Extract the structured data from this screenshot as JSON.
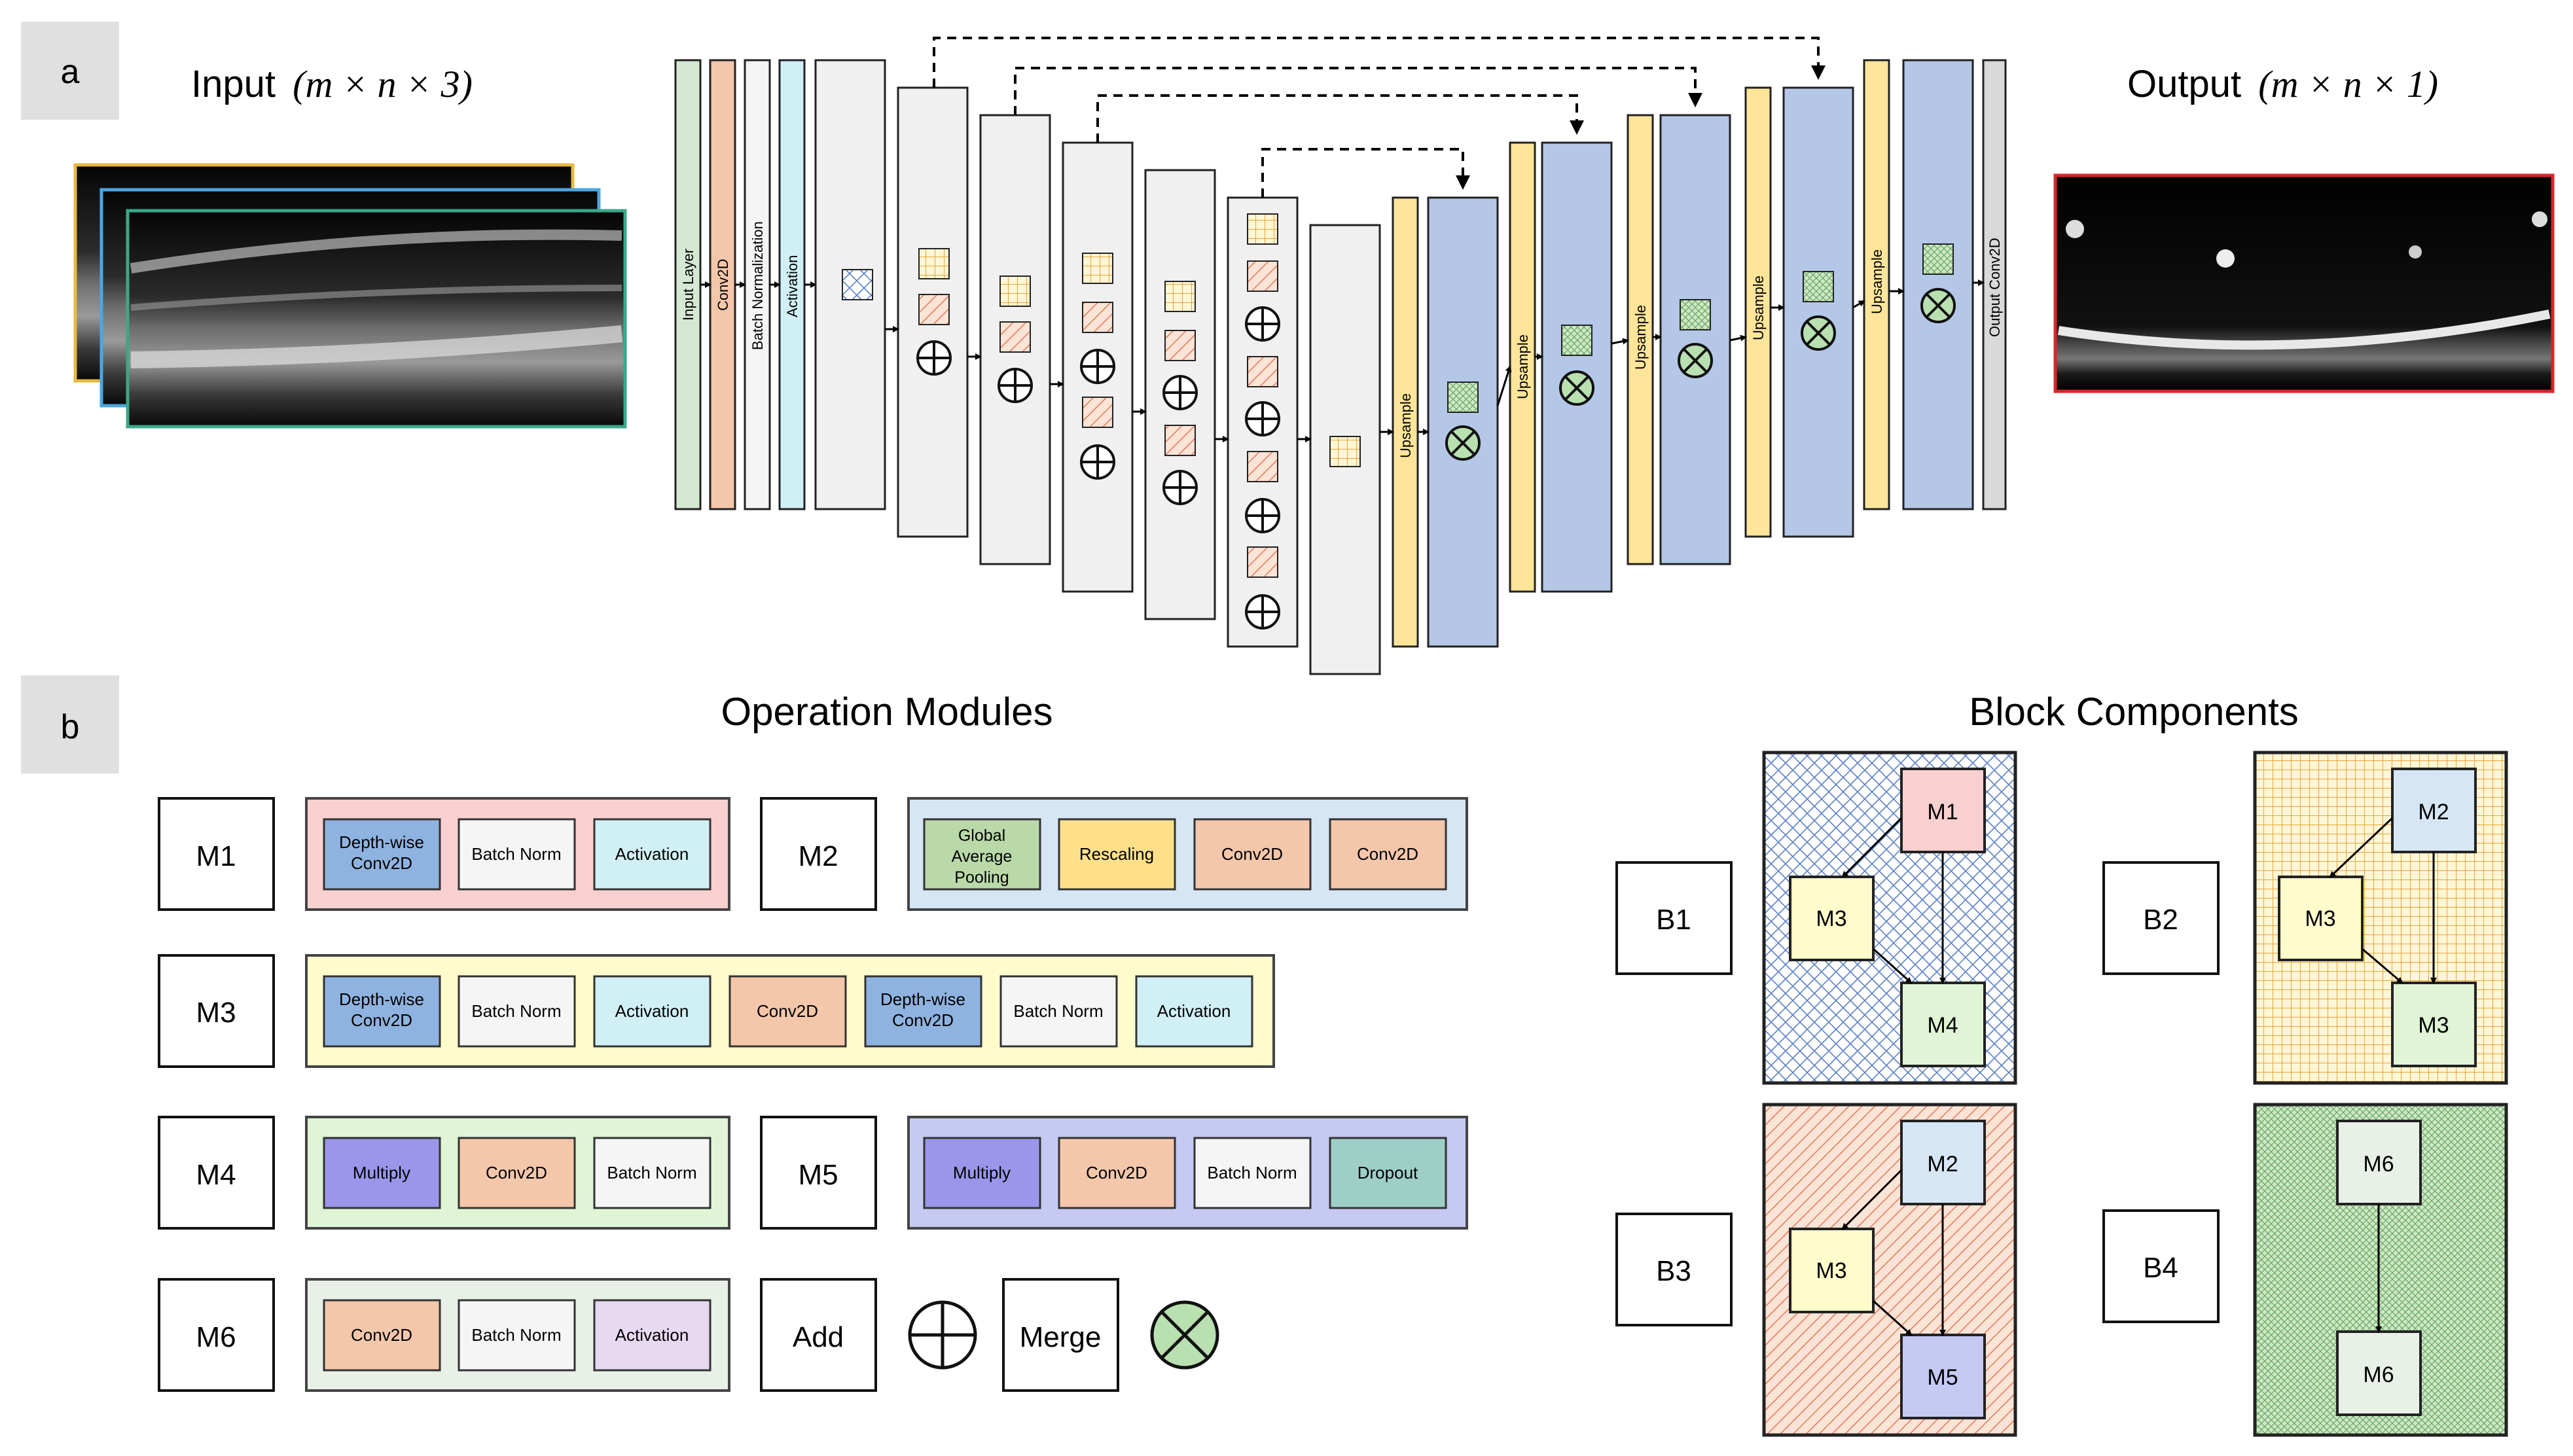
{
  "panel_a": {
    "tag": "a",
    "input_label": "Input",
    "input_math": "(m × n × 3)",
    "output_label": "Output",
    "output_math": "(m × n × 1)",
    "layers": {
      "input_layer": "Input Layer",
      "conv2d": "Conv2D",
      "batch_norm": "Batch Normalization",
      "activation": "Activation",
      "upsample": "Upsample",
      "output_conv2d": "Output Conv2D"
    }
  },
  "panel_b": {
    "tag": "b",
    "modules_title": "Operation Modules",
    "blocks_title": "Block Components",
    "modules": [
      {
        "name": "M1",
        "ops": [
          "Depth-wise Conv2D",
          "Batch Norm",
          "Activation"
        ]
      },
      {
        "name": "M2",
        "ops": [
          "Global Average Pooling",
          "Rescaling",
          "Conv2D",
          "Conv2D"
        ]
      },
      {
        "name": "M3",
        "ops": [
          "Depth-wise Conv2D",
          "Batch Norm",
          "Activation",
          "Conv2D",
          "Depth-wise Conv2D",
          "Batch Norm",
          "Activation"
        ]
      },
      {
        "name": "M4",
        "ops": [
          "Multiply",
          "Conv2D",
          "Batch Norm"
        ]
      },
      {
        "name": "M5",
        "ops": [
          "Multiply",
          "Conv2D",
          "Batch Norm",
          "Dropout"
        ]
      },
      {
        "name": "M6",
        "ops": [
          "Conv2D",
          "Batch Norm",
          "Activation"
        ]
      }
    ],
    "add_label": "Add",
    "merge_label": "Merge",
    "blocks": [
      {
        "name": "B1",
        "nodes": [
          "M1",
          "M3",
          "M4"
        ]
      },
      {
        "name": "B2",
        "nodes": [
          "M2",
          "M3",
          "M3"
        ]
      },
      {
        "name": "B3",
        "nodes": [
          "M2",
          "M3",
          "M5"
        ]
      },
      {
        "name": "B4",
        "nodes": [
          "M6",
          "M6"
        ]
      }
    ]
  },
  "colors": {
    "input_layer": "#d5e8d4",
    "conv2d": "#f4c7ab",
    "batch_norm": "#f5f5f5",
    "activation": "#d0f0f5",
    "encoder": "#f0f0f0",
    "decoder": "#b4c7e7",
    "upsample": "#ffe599",
    "output": "#d9d9d9",
    "m1_bg": "#f9d0d0",
    "m2_bg": "#d6e6f5",
    "m3_bg": "#fffccc",
    "m4_bg": "#dff5d5",
    "m5_bg": "#c6c9f2",
    "m6_bg": "#e8f0e8",
    "depthwise": "#8fb3e0",
    "gap": "#b9d9a9",
    "rescaling": "#ffe08a",
    "multiply": "#9b96ea",
    "dropout": "#9ecfc7",
    "activation_m6": "#e8d9f2",
    "merge_fill": "#b9e0b0"
  }
}
